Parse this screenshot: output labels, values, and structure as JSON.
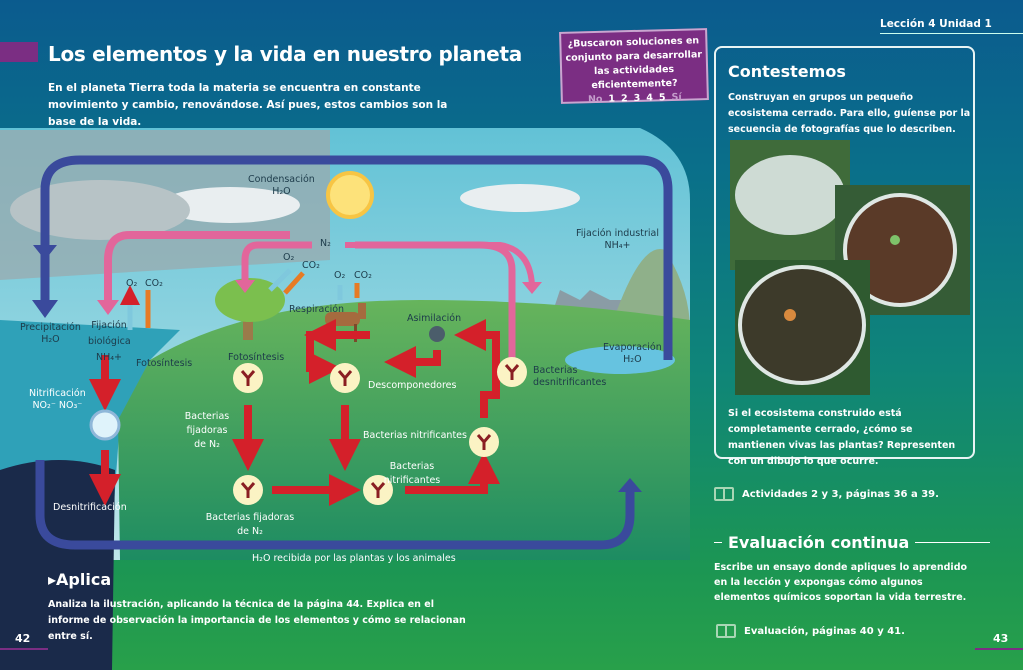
{
  "left_page": {
    "title": "Los elementos y la vida en nuestro planeta",
    "intro": "En el planeta Tierra toda la materia se encuentra en constante movimiento y cambio, renovándose. Así pues, estos cambios son la base de la vida.",
    "poll": {
      "question": "¿Buscaron soluciones en conjunto para desarrollar las actividades eficientemente?",
      "scale": [
        "No",
        "1",
        "2",
        "3",
        "4",
        "5",
        "Sí"
      ]
    },
    "aplica": {
      "heading": "Aplica",
      "text": "Analiza la ilustración, aplicando la técnica de la página 44. Explica en el informe de observación la importancia de los elementos y cómo se relacionan entre sí."
    },
    "page_number": "42"
  },
  "diagram": {
    "condensacion": "Condensación",
    "condensacion_f": "H₂O",
    "n2": "N₂",
    "o2": "O₂",
    "co2": "CO₂",
    "respiracion": "Respiración",
    "asimilacion": "Asimilación",
    "fijacion_industrial": "Fijación industrial",
    "nh4": "NH₄+",
    "precipitacion": "Precipitación",
    "h2o": "H₂O",
    "fijacion_biologica": "Fijación biológica",
    "fotosintesis": "Fotosíntesis",
    "descomponedores": "Descomponedores",
    "bacterias_desnitrificantes": "Bacterias desnitrificantes",
    "evaporacion": "Evaporación",
    "nitrificacion": "Nitrificación",
    "no2_no3": "NO₂⁻  NO₃⁻",
    "bacterias_fijadoras": "Bacterias fijadoras de N₂",
    "bacterias_nitrificantes": "Bacterias nitrificantes",
    "desnitrificacion": "Desnitrificación",
    "h2o_recibida": "H₂O recibida por las plantas y los animales"
  },
  "right_page": {
    "lesson": "Lección 4",
    "unit": "Unidad 1",
    "contestemos": {
      "heading": "Contestemos",
      "instructions": "Construyan en grupos un pequeño ecosistema cerrado. Para ello, guíense por la secuencia de fotografías que lo describen.",
      "question": "Si el ecosistema construido está completamente cerrado, ¿cómo se mantienen vivas las plantas? Representen con un dibujo lo que ocurre."
    },
    "activities_ref": "Actividades 2 y 3, páginas 36 a 39.",
    "evaluacion": {
      "heading": "Evaluación continua",
      "text": "Escribe un ensayo donde apliques lo aprendido en la lección y expongas cómo algunos elementos químicos soportan la vida terrestre.",
      "ref": "Evaluación, páginas 40 y 41."
    },
    "page_number": "43"
  },
  "colors": {
    "purple": "#7b2e83",
    "red_arrow": "#d4202a",
    "blue_arrow": "#3a4a9c",
    "pink_arrow": "#e2669b"
  }
}
